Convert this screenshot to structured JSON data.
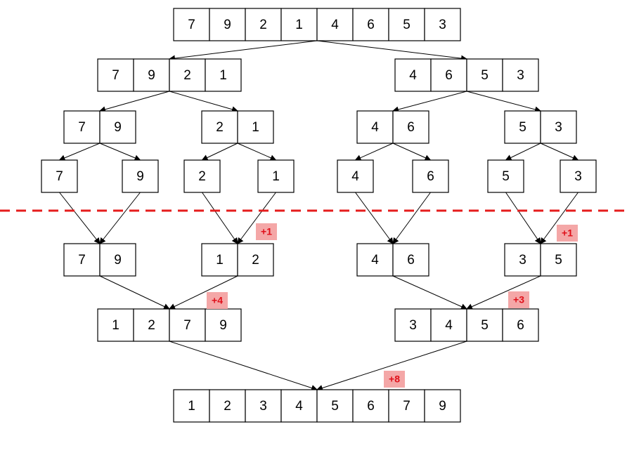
{
  "colors": {
    "divider": "#e51c1c",
    "badge_fill": "#f4a7a7",
    "badge_text": "#e0101a"
  },
  "arrays": [
    {
      "id": "root",
      "values": [
        "7",
        "9",
        "2",
        "1",
        "4",
        "6",
        "5",
        "3"
      ]
    },
    {
      "id": "l",
      "values": [
        "7",
        "9",
        "2",
        "1"
      ]
    },
    {
      "id": "r",
      "values": [
        "4",
        "6",
        "5",
        "3"
      ]
    },
    {
      "id": "ll",
      "values": [
        "7",
        "9"
      ]
    },
    {
      "id": "lr",
      "values": [
        "2",
        "1"
      ]
    },
    {
      "id": "rl",
      "values": [
        "4",
        "6"
      ]
    },
    {
      "id": "rr",
      "values": [
        "5",
        "3"
      ]
    },
    {
      "id": "s1",
      "values": [
        "7"
      ]
    },
    {
      "id": "s2",
      "values": [
        "9"
      ]
    },
    {
      "id": "s3",
      "values": [
        "2"
      ]
    },
    {
      "id": "s4",
      "values": [
        "1"
      ]
    },
    {
      "id": "s5",
      "values": [
        "4"
      ]
    },
    {
      "id": "s6",
      "values": [
        "6"
      ]
    },
    {
      "id": "s7",
      "values": [
        "5"
      ]
    },
    {
      "id": "s8",
      "values": [
        "3"
      ]
    },
    {
      "id": "m_ll",
      "values": [
        "7",
        "9"
      ]
    },
    {
      "id": "m_lr",
      "values": [
        "1",
        "2"
      ]
    },
    {
      "id": "m_rl",
      "values": [
        "4",
        "6"
      ]
    },
    {
      "id": "m_rr",
      "values": [
        "3",
        "5"
      ]
    },
    {
      "id": "m_l",
      "values": [
        "1",
        "2",
        "7",
        "9"
      ]
    },
    {
      "id": "m_r",
      "values": [
        "3",
        "4",
        "5",
        "6"
      ]
    },
    {
      "id": "m_root",
      "values": [
        "1",
        "2",
        "3",
        "4",
        "5",
        "6",
        "7",
        "9"
      ]
    }
  ],
  "badges": [
    {
      "id": "b_lr",
      "text": "+1"
    },
    {
      "id": "b_rr",
      "text": "+1"
    },
    {
      "id": "b_l",
      "text": "+4"
    },
    {
      "id": "b_r",
      "text": "+3"
    },
    {
      "id": "b_root",
      "text": "+8"
    }
  ]
}
